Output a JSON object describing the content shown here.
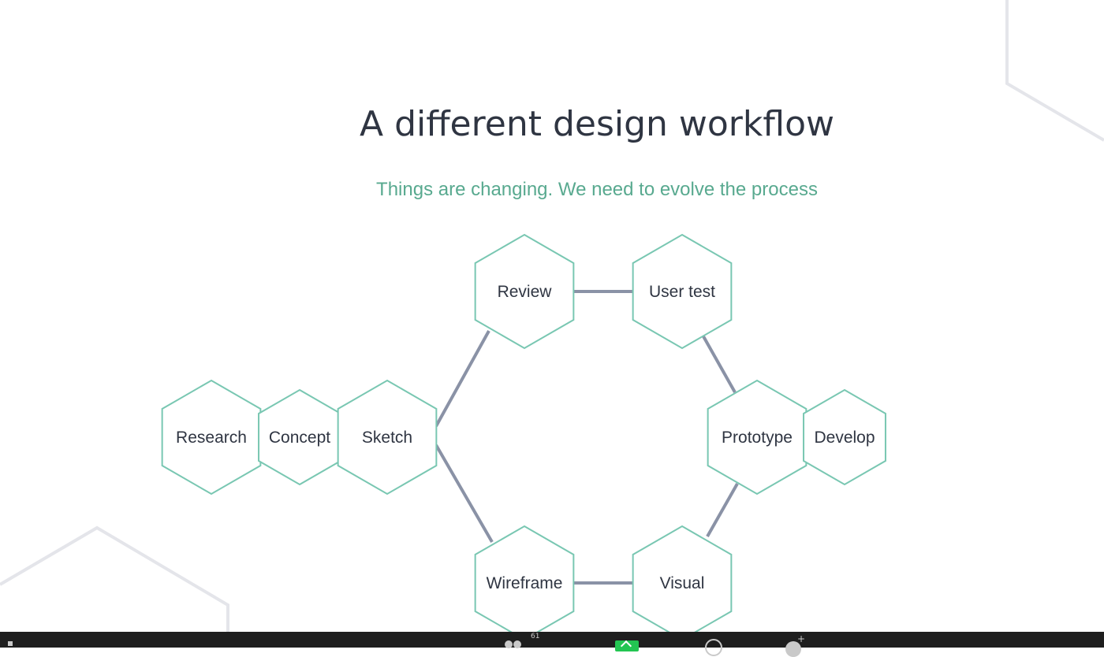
{
  "slide": {
    "title": "A different design workflow",
    "subtitle": "Things are changing. We need to evolve the process"
  },
  "diagram": {
    "nodes": [
      {
        "id": "research",
        "label": "Research"
      },
      {
        "id": "concept",
        "label": "Concept"
      },
      {
        "id": "sketch",
        "label": "Sketch"
      },
      {
        "id": "review",
        "label": "Review"
      },
      {
        "id": "user_test",
        "label": "User test"
      },
      {
        "id": "prototype",
        "label": "Prototype"
      },
      {
        "id": "develop",
        "label": "Develop"
      },
      {
        "id": "wireframe",
        "label": "Wireframe"
      },
      {
        "id": "visual",
        "label": "Visual"
      }
    ],
    "cycle": [
      "sketch",
      "review",
      "user_test",
      "prototype",
      "visual",
      "wireframe"
    ],
    "colors": {
      "hex_stroke": "#79c7b2",
      "connector": "#8a92a6",
      "background_hex": "#e4e5ea"
    }
  },
  "taskbar": {
    "participants_count": "61",
    "icons": [
      "caret-icon",
      "participants-icon",
      "share-screen-icon",
      "record-icon",
      "reactions-icon"
    ],
    "share_color": "#23c552"
  }
}
